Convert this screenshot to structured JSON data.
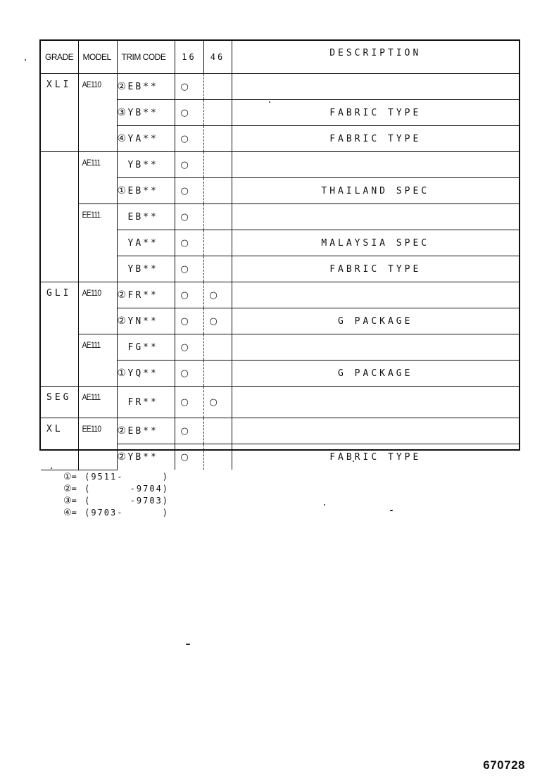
{
  "table": {
    "headers": {
      "grade": "GRADE",
      "model": "MODEL",
      "trim_code": "TRIM CODE",
      "col_16": "16",
      "col_46": "46",
      "description": "DESCRIPTION"
    },
    "rows": [
      {
        "grade": "XLI",
        "model": "AE110",
        "note": "②",
        "trim": "EB**",
        "m16": "○",
        "m46": "",
        "desc": ""
      },
      {
        "grade": "",
        "model": "",
        "note": "③",
        "trim": "YB**",
        "m16": "○",
        "m46": "",
        "desc": "FABRIC TYPE"
      },
      {
        "grade": "",
        "model": "",
        "note": "④",
        "trim": "YA**",
        "m16": "○",
        "m46": "",
        "desc": "FABRIC TYPE"
      },
      {
        "grade": "",
        "model": "AE111",
        "note": "",
        "trim": "YB**",
        "m16": "○",
        "m46": "",
        "desc": ""
      },
      {
        "grade": "",
        "model": "",
        "note": "①",
        "trim": "EB**",
        "m16": "○",
        "m46": "",
        "desc": "THAILAND SPEC"
      },
      {
        "grade": "",
        "model": "EE111",
        "note": "",
        "trim": "EB**",
        "m16": "○",
        "m46": "",
        "desc": ""
      },
      {
        "grade": "",
        "model": "",
        "note": "",
        "trim": "YA**",
        "m16": "○",
        "m46": "",
        "desc": "MALAYSIA SPEC"
      },
      {
        "grade": "",
        "model": "",
        "note": "",
        "trim": "YB**",
        "m16": "○",
        "m46": "",
        "desc": "FABRIC TYPE"
      },
      {
        "grade": "GLI",
        "model": "AE110",
        "note": "②",
        "trim": "FR**",
        "m16": "○",
        "m46": "○",
        "desc": ""
      },
      {
        "grade": "",
        "model": "",
        "note": "②",
        "trim": "YN**",
        "m16": "○",
        "m46": "○",
        "desc": "G PACKAGE"
      },
      {
        "grade": "",
        "model": "AE111",
        "note": "",
        "trim": "FG**",
        "m16": "○",
        "m46": "",
        "desc": ""
      },
      {
        "grade": "",
        "model": "",
        "note": "①",
        "trim": "YQ**",
        "m16": "○",
        "m46": "",
        "desc": "G PACKAGE"
      },
      {
        "grade": "SEG",
        "model": "AE111",
        "note": "",
        "trim": "FR**",
        "m16": "○",
        "m46": "○",
        "desc": ""
      },
      {
        "grade": "XL",
        "model": "EE110",
        "note": "②",
        "trim": "EB**",
        "m16": "○",
        "m46": "",
        "desc": ""
      },
      {
        "grade": "",
        "model": "",
        "note": "②",
        "trim": "YB**",
        "m16": "○",
        "m46": "",
        "desc": "FABRIC TYPE"
      }
    ]
  },
  "notes": [
    {
      "mark": "①",
      "text": "= (9511-      )"
    },
    {
      "mark": "②",
      "text": "= (      -9704)"
    },
    {
      "mark": "③",
      "text": "= (      -9703)"
    },
    {
      "mark": "④",
      "text": "= (9703-      )"
    }
  ],
  "page_number": "670728"
}
